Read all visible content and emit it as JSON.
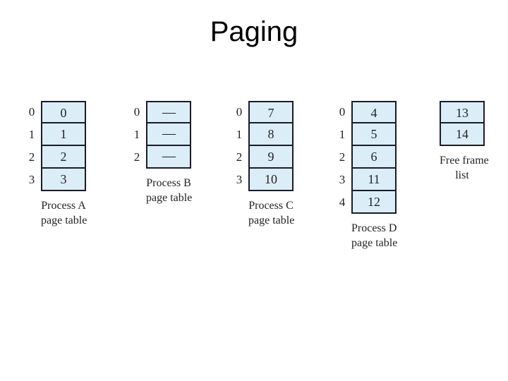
{
  "slide": {
    "title": "Paging",
    "background_color": "#ffffff"
  },
  "style": {
    "cell_fill": "#dbeef8",
    "cell_border": "#1b1b29",
    "text_color": "#231f20"
  },
  "figure": {
    "groups": [
      {
        "id": "process-a",
        "caption_line1": "Process A",
        "caption_line2": "page table",
        "has_index_column": true,
        "rows": [
          {
            "index": "0",
            "value": "0"
          },
          {
            "index": "1",
            "value": "1"
          },
          {
            "index": "2",
            "value": "2"
          },
          {
            "index": "3",
            "value": "3"
          }
        ]
      },
      {
        "id": "process-b",
        "caption_line1": "Process B",
        "caption_line2": "page table",
        "has_index_column": true,
        "rows": [
          {
            "index": "0",
            "value": "—"
          },
          {
            "index": "1",
            "value": "—"
          },
          {
            "index": "2",
            "value": "—"
          }
        ]
      },
      {
        "id": "process-c",
        "caption_line1": "Process C",
        "caption_line2": "page table",
        "has_index_column": true,
        "rows": [
          {
            "index": "0",
            "value": "7"
          },
          {
            "index": "1",
            "value": "8"
          },
          {
            "index": "2",
            "value": "9"
          },
          {
            "index": "3",
            "value": "10"
          }
        ]
      },
      {
        "id": "process-d",
        "caption_line1": "Process D",
        "caption_line2": "page table",
        "has_index_column": true,
        "rows": [
          {
            "index": "0",
            "value": "4"
          },
          {
            "index": "1",
            "value": "5"
          },
          {
            "index": "2",
            "value": "6"
          },
          {
            "index": "3",
            "value": "11"
          },
          {
            "index": "4",
            "value": "12"
          }
        ]
      },
      {
        "id": "free-frames",
        "caption_line1": "Free frame",
        "caption_line2": "list",
        "has_index_column": false,
        "rows": [
          {
            "index": "",
            "value": "13"
          },
          {
            "index": "",
            "value": "14"
          }
        ]
      }
    ]
  }
}
